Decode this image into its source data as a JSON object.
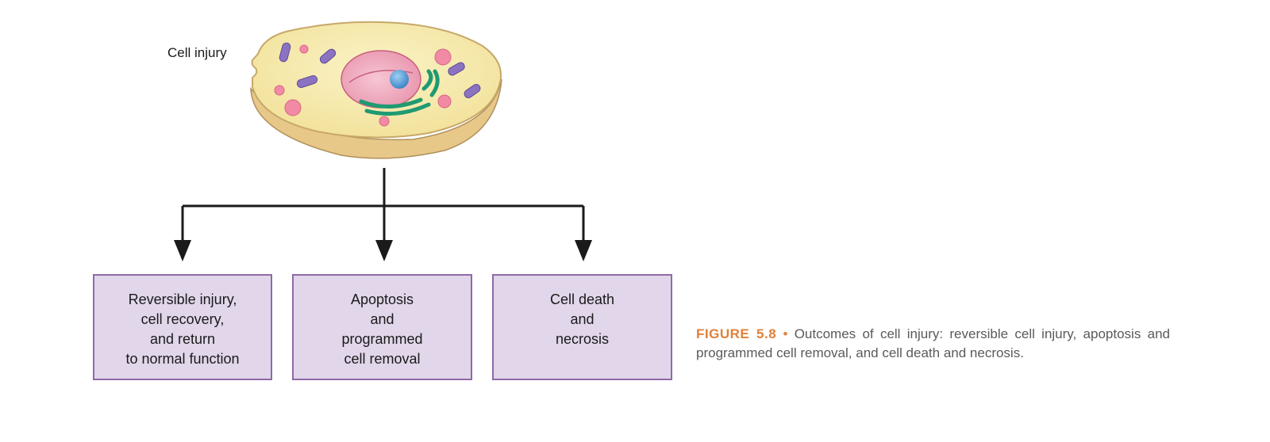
{
  "cell_label": "Cell injury",
  "outcomes": [
    {
      "lines": [
        "Reversible injury,",
        "cell recovery,",
        "and return",
        "to normal function"
      ]
    },
    {
      "lines": [
        "Apoptosis",
        "and",
        "programmed",
        "cell removal"
      ]
    },
    {
      "lines": [
        "Cell death",
        "and",
        "necrosis"
      ]
    }
  ],
  "caption": {
    "figure_label": "FIGURE 5.8",
    "bullet": "•",
    "text": "Outcomes of cell injury: reversible cell injury, apoptosis and programmed cell removal, and cell death and necrosis."
  },
  "colors": {
    "box_fill": "#e2d6ea",
    "box_border": "#8e6aa6",
    "figure_label": "#e0813a",
    "caption_text": "#5a5a5a",
    "arrow": "#1a1a1a"
  }
}
